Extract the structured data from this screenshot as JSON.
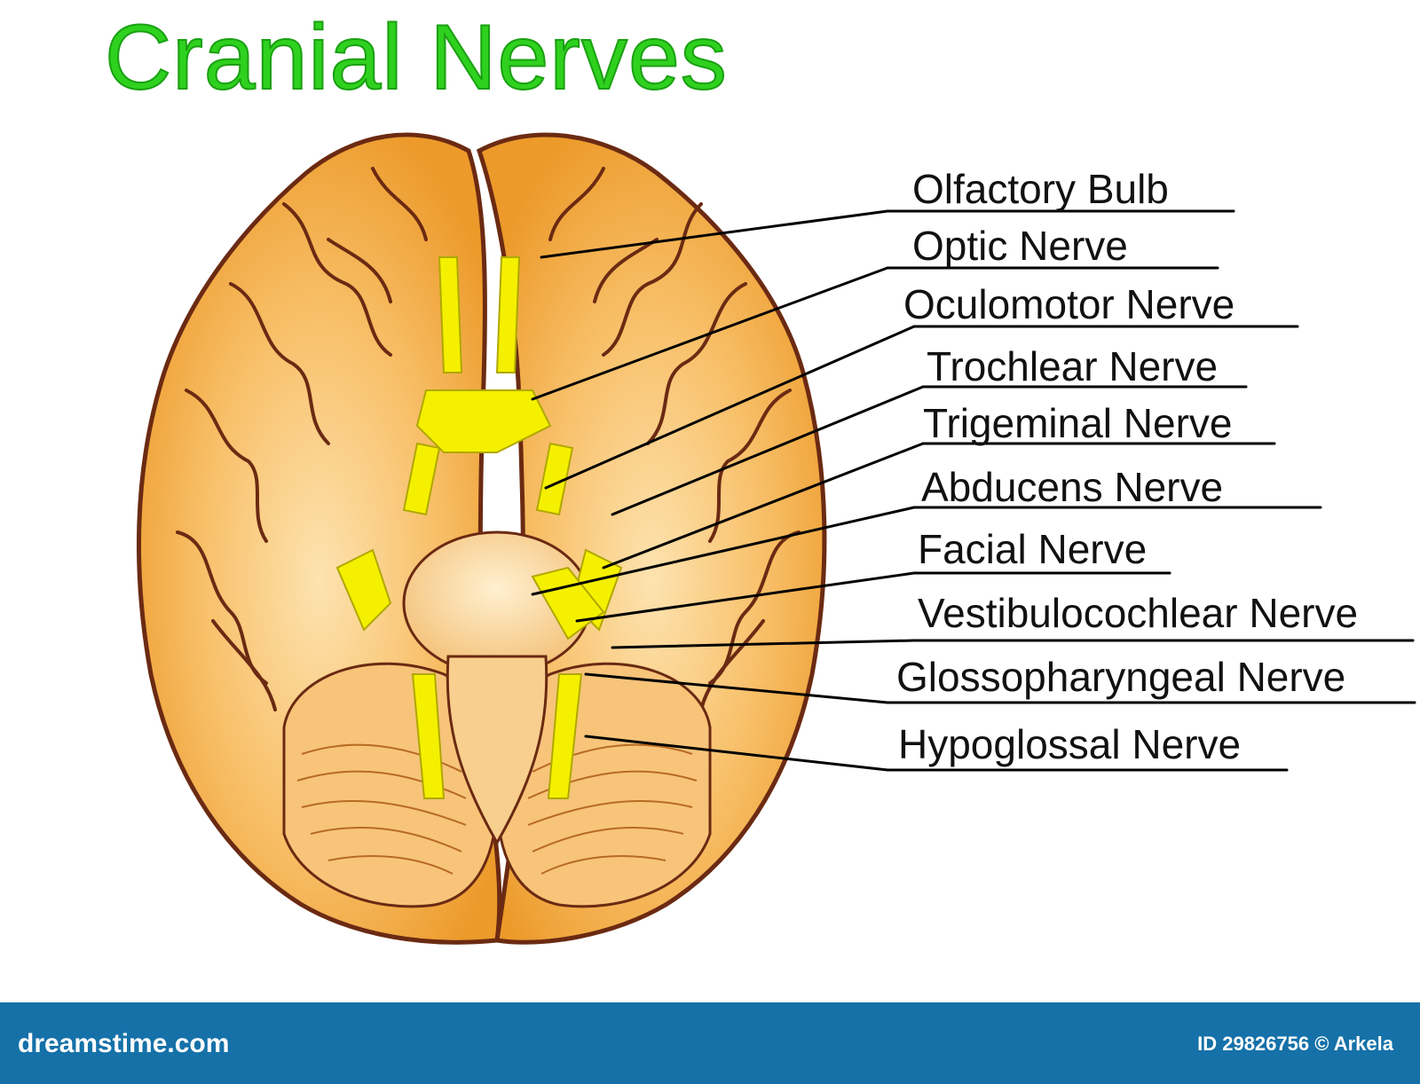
{
  "title": "Cranial Nerves",
  "labels": [
    "Olfactory Bulb",
    "Optic Nerve",
    "Oculomotor Nerve",
    "Trochlear Nerve",
    "Trigeminal Nerve",
    "Abducens Nerve",
    "Facial Nerve",
    "Vestibulocochlear Nerve",
    "Glossopharyngeal Nerve",
    "Hypoglossal Nerve"
  ],
  "footer": {
    "brand": "dreamstime.com",
    "credit": "ID 29826756 © Arkela"
  },
  "colors": {
    "title": "#2fd11f",
    "brain": "#f3a43a",
    "nerves": "#f5f000",
    "outline": "#6b2a12",
    "footer": "#1571a8"
  }
}
